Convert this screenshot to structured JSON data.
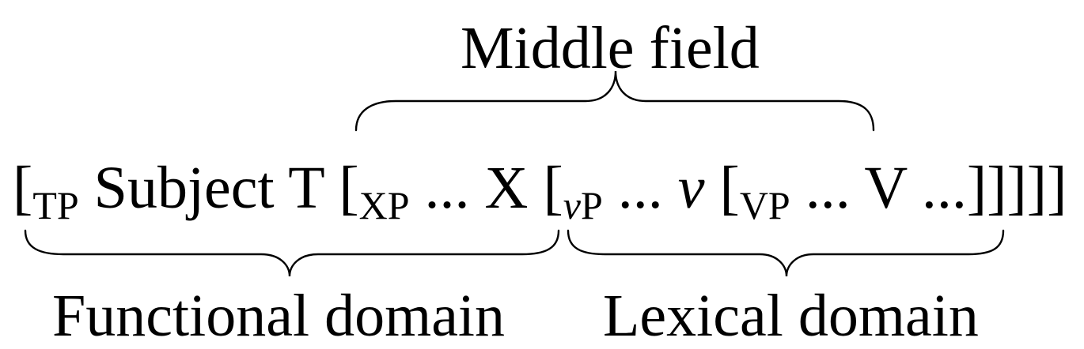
{
  "labels": {
    "middle_field": "Middle field",
    "functional_domain": "Functional domain",
    "lexical_domain": "Lexical domain"
  },
  "formula": {
    "b1": "[",
    "tp": "TP",
    "seg1": " Subject T ",
    "b2": "[",
    "xp": "XP",
    "seg2": " ... X ",
    "b3": "[",
    "vp_small_v": "v",
    "vp_small_p": "P",
    "seg3_pre": " ... ",
    "v_small": "v",
    "seg3_post": " ",
    "b4": "[",
    "vp_big": "VP",
    "seg4": " ... V ...]]]]]"
  }
}
